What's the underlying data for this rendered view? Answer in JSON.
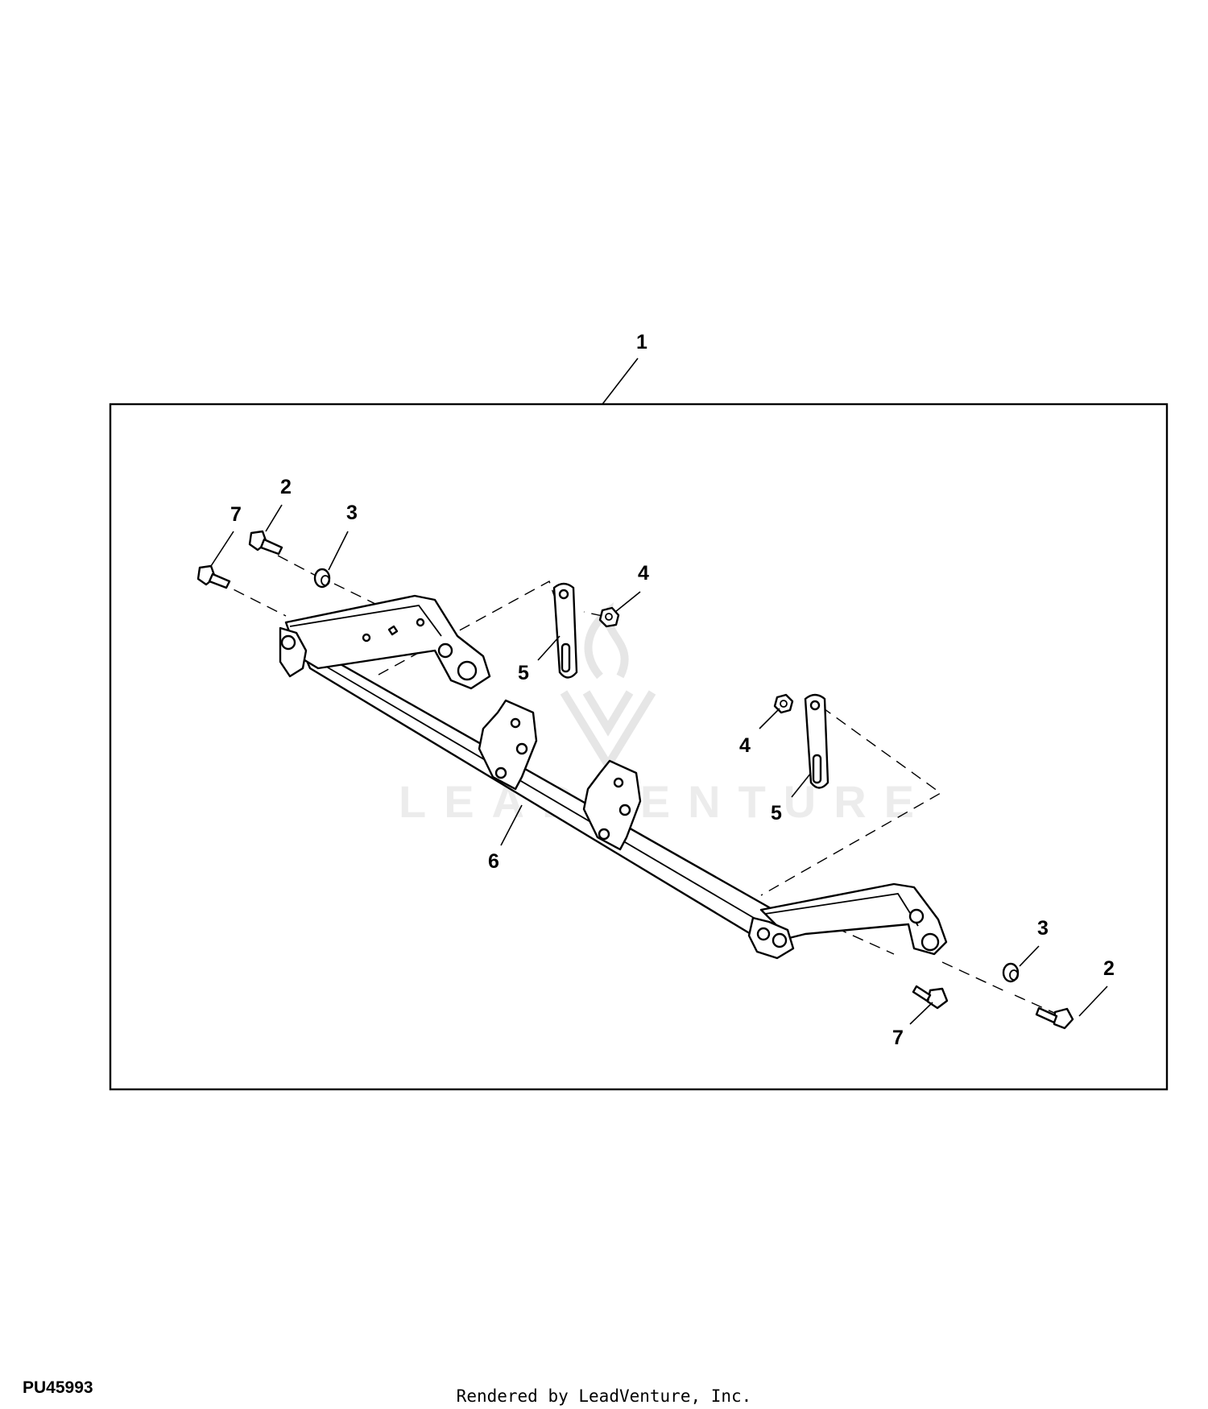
{
  "figure_id": "PU45993",
  "credit": "Rendered by LeadVenture, Inc.",
  "watermark": "LEADVENTURE",
  "callouts": {
    "c1": "1",
    "c2a": "2",
    "c2b": "2",
    "c3a": "3",
    "c3b": "3",
    "c4a": "4",
    "c4b": "4",
    "c5a": "5",
    "c5b": "5",
    "c6": "6",
    "c7a": "7",
    "c7b": "7"
  }
}
